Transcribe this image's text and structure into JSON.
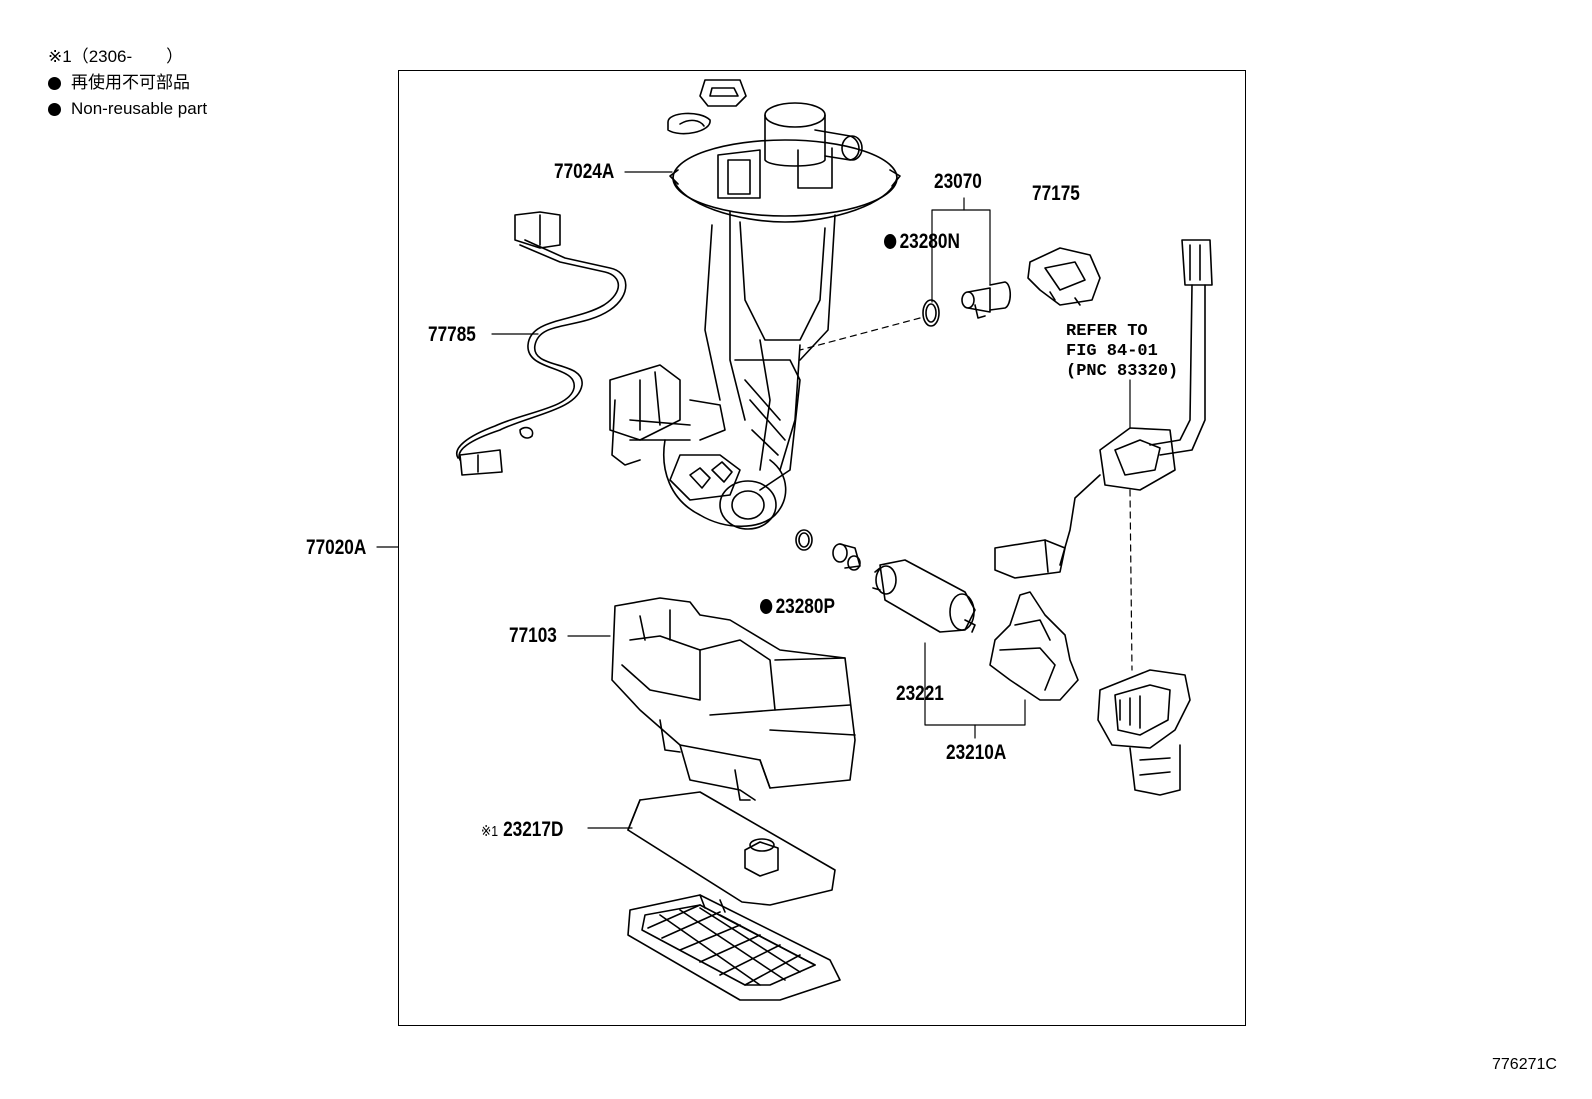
{
  "legend": {
    "note": "※1（2306-　　）",
    "line_jp": "再使用不可部品",
    "line_en": "Non-reusable part"
  },
  "parts": {
    "p77024A": "77024A",
    "p23070": "23070",
    "p77175": "77175",
    "p23280N": "23280N",
    "p77785": "77785",
    "p77020A": "77020A",
    "p23280P": "23280P",
    "p77103": "77103",
    "p23221": "23221",
    "p23210A": "23210A",
    "p23217D": "23217D",
    "note_mark": "※1"
  },
  "refer": {
    "line1": "REFER TO",
    "line2": "FIG 84-01",
    "line3": "(PNC 83320)"
  },
  "figure_id": "776271C"
}
